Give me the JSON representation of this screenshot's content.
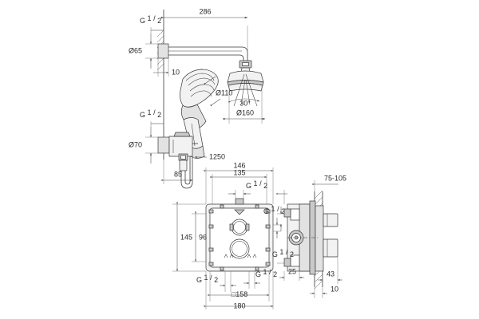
{
  "drawing": {
    "title": "Shower system technical dimension drawing",
    "background_color": "#ffffff",
    "line_color": "#3a3a3a",
    "text_color": "#2b2b2b",
    "units": "mm"
  },
  "views": {
    "top": {
      "name": "shower-arm-and-head-elevation",
      "parts": [
        "wall",
        "shower-arm",
        "head-shower",
        "hand-shower"
      ]
    },
    "bottom_left": {
      "name": "rough-in-box-front-view",
      "parts": [
        "concealed-box",
        "mounting-holes",
        "cartridge-bores"
      ]
    },
    "bottom_right": {
      "name": "rough-in-box-section-view",
      "parts": [
        "wall-section",
        "valve-body",
        "handles"
      ]
    }
  },
  "dimensions": {
    "arm_length": "286",
    "arm_wall_offset": "10",
    "arm_flange_dia": "Ø65",
    "arm_thread": "G ½",
    "head_shower_dia": "Ø160",
    "head_spray_angle": "30°",
    "hand_shower_dia": "Ø110",
    "holder_flange_dia": "Ø70",
    "holder_thread": "G ½",
    "hose_length": "1250",
    "holder_projection": "85",
    "box_outer_width": "180",
    "box_square": "□158",
    "box_top_offset_a": "146",
    "box_top_offset_b": "135",
    "box_height_outer": "145",
    "box_height_inner": "96",
    "port_top": "G ½",
    "port_right": "G ½",
    "port_right_lower": "G ½",
    "port_bottom_left": "G ½",
    "port_bottom_right": "G ½",
    "section_port_thread": "G ½",
    "wall_thickness_range": "75-105",
    "handle_projection": "43",
    "section_offset_10": "10",
    "section_offset_25": "25"
  },
  "labels": [
    {
      "id": "d-286",
      "text": "286"
    },
    {
      "id": "d-10-top",
      "text": "10"
    },
    {
      "id": "d-65",
      "text": "Ø65"
    },
    {
      "id": "d-g12-top",
      "text": "G"
    },
    {
      "id": "d-160",
      "text": "Ø160"
    },
    {
      "id": "d-30deg",
      "text": "30°"
    },
    {
      "id": "d-110",
      "text": "Ø110"
    },
    {
      "id": "d-70",
      "text": "Ø70"
    },
    {
      "id": "d-1250",
      "text": "1250"
    },
    {
      "id": "d-85",
      "text": "85"
    },
    {
      "id": "d-146",
      "text": "146"
    },
    {
      "id": "d-135",
      "text": "135"
    },
    {
      "id": "d-145",
      "text": "145"
    },
    {
      "id": "d-96",
      "text": "96"
    },
    {
      "id": "d-158",
      "text": "158"
    },
    {
      "id": "d-180",
      "text": "180"
    },
    {
      "id": "d-75-105",
      "text": "75-105"
    },
    {
      "id": "d-43",
      "text": "43"
    },
    {
      "id": "d-25",
      "text": "25"
    },
    {
      "id": "d-10-bot",
      "text": "10"
    }
  ],
  "thread_symbol": {
    "prefix": "G",
    "numerator": "1",
    "denominator": "2"
  },
  "square_symbol": "□"
}
